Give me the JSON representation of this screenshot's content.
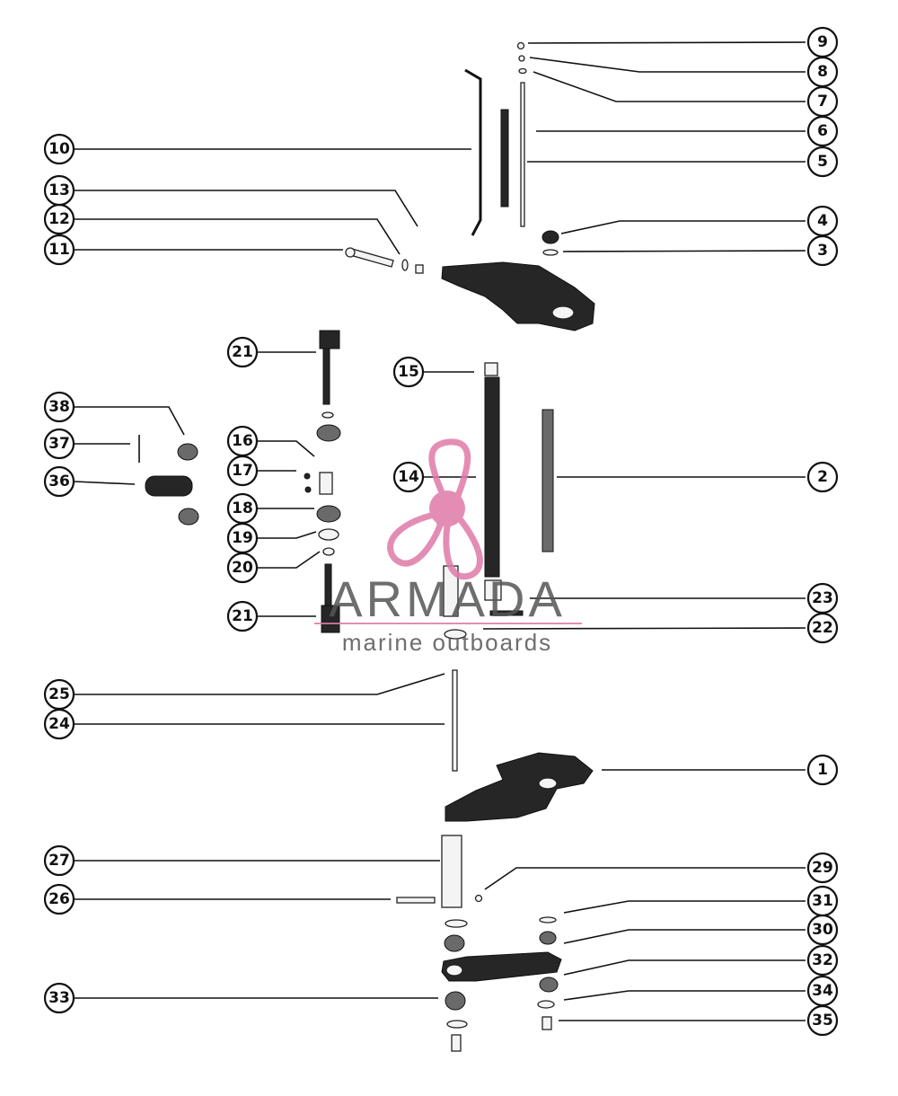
{
  "callouts": [
    {
      "number": "1"
    },
    {
      "number": "2"
    },
    {
      "number": "3"
    },
    {
      "number": "4"
    },
    {
      "number": "5"
    },
    {
      "number": "6"
    },
    {
      "number": "7"
    },
    {
      "number": "8"
    },
    {
      "number": "9"
    },
    {
      "number": "10"
    },
    {
      "number": "11"
    },
    {
      "number": "12"
    },
    {
      "number": "13"
    },
    {
      "number": "14"
    },
    {
      "number": "15"
    },
    {
      "number": "16"
    },
    {
      "number": "17"
    },
    {
      "number": "18"
    },
    {
      "number": "19"
    },
    {
      "number": "20"
    },
    {
      "number": "21"
    },
    {
      "number": "21"
    },
    {
      "number": "22"
    },
    {
      "number": "23"
    },
    {
      "number": "24"
    },
    {
      "number": "25"
    },
    {
      "number": "26"
    },
    {
      "number": "27"
    },
    {
      "number": "29"
    },
    {
      "number": "30"
    },
    {
      "number": "31"
    },
    {
      "number": "32"
    },
    {
      "number": "33"
    },
    {
      "number": "34"
    },
    {
      "number": "35"
    },
    {
      "number": "36"
    },
    {
      "number": "37"
    },
    {
      "number": "38"
    }
  ],
  "watermark": {
    "brand": "ARMADA",
    "tagline": "marine outboards",
    "accent_color": "#e07aa8"
  }
}
